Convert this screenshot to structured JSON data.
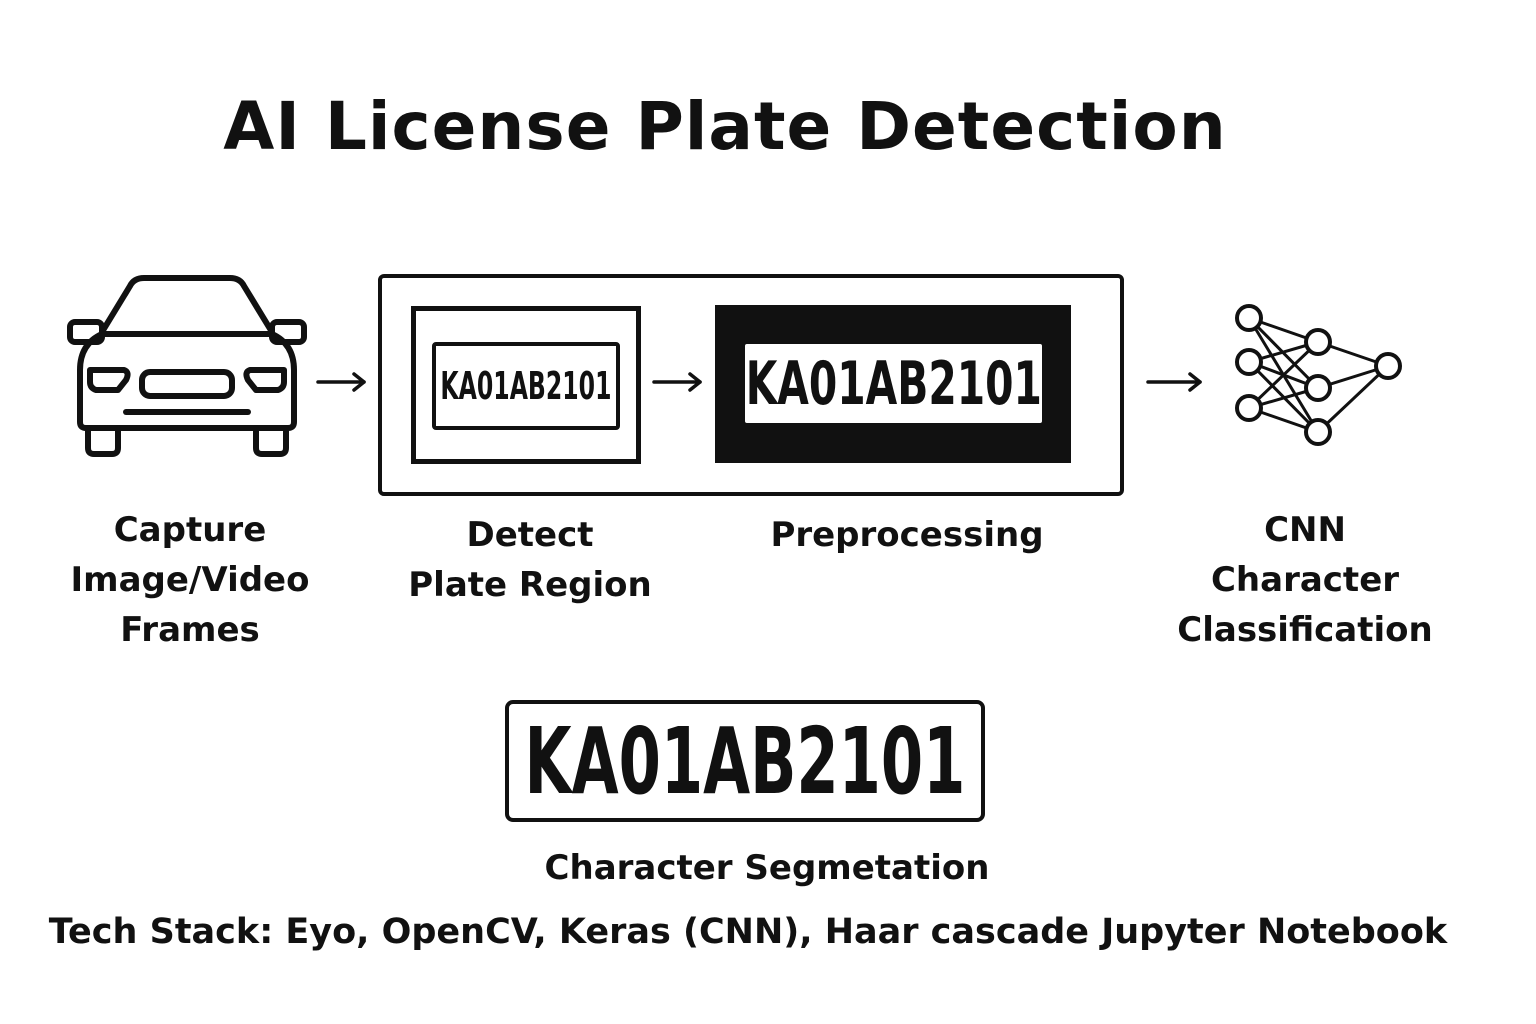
{
  "title": "AI License Plate Detection",
  "plate_number": "KA01AB2101",
  "stages": {
    "capture": {
      "lines": [
        "Capture",
        "Image/Video",
        "Frames"
      ],
      "icon": "car-icon"
    },
    "detect": {
      "lines": [
        "Detect",
        "Plate Region"
      ]
    },
    "preprocess": {
      "lines": [
        "Preprocessing"
      ]
    },
    "classify": {
      "lines": [
        "CNN",
        "Character",
        "Classification"
      ],
      "icon": "neural-network-icon"
    },
    "segment": {
      "label": "Character Segmetation"
    }
  },
  "arrows": [
    "→",
    "→",
    "→"
  ],
  "tech_stack": "Tech Stack: Eyo, OpenCV, Keras (CNN), Haar cascade Jupyter Notebook",
  "colors": {
    "ink": "#111111",
    "background": "#ffffff"
  }
}
